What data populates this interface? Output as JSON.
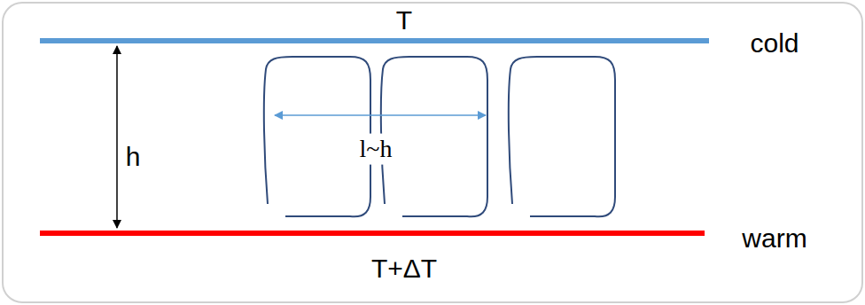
{
  "diagram": {
    "labels": [
      "T",
      "h",
      "l~h",
      "cold",
      "warm",
      "T+ΔT"
    ]
  }
}
